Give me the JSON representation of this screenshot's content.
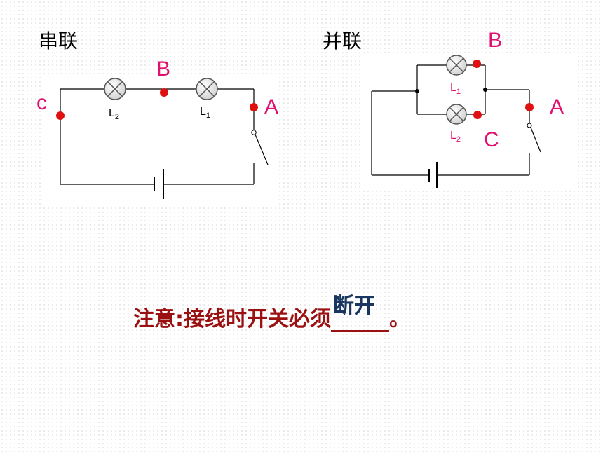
{
  "series_circuit": {
    "title": "串联",
    "points": {
      "a": "A",
      "b": "B",
      "c": "c"
    },
    "lamp1": {
      "base": "L",
      "sub": "1"
    },
    "lamp2": {
      "base": "L",
      "sub": "2"
    }
  },
  "parallel_circuit": {
    "title": "并联",
    "points": {
      "a": "A",
      "b": "B",
      "c": "C"
    },
    "lamp1": {
      "base": "L",
      "sub": "1"
    },
    "lamp2": {
      "base": "L",
      "sub": "2"
    }
  },
  "note": {
    "prefix": "注意:接线时开关必须",
    "answer": "断开",
    "suffix": "。"
  },
  "colors": {
    "point_label": "#e0106e",
    "dot": "#e01010",
    "lamp_parallel_label": "#e0106e",
    "note_text": "#9b1010",
    "answer": "#18365f"
  }
}
